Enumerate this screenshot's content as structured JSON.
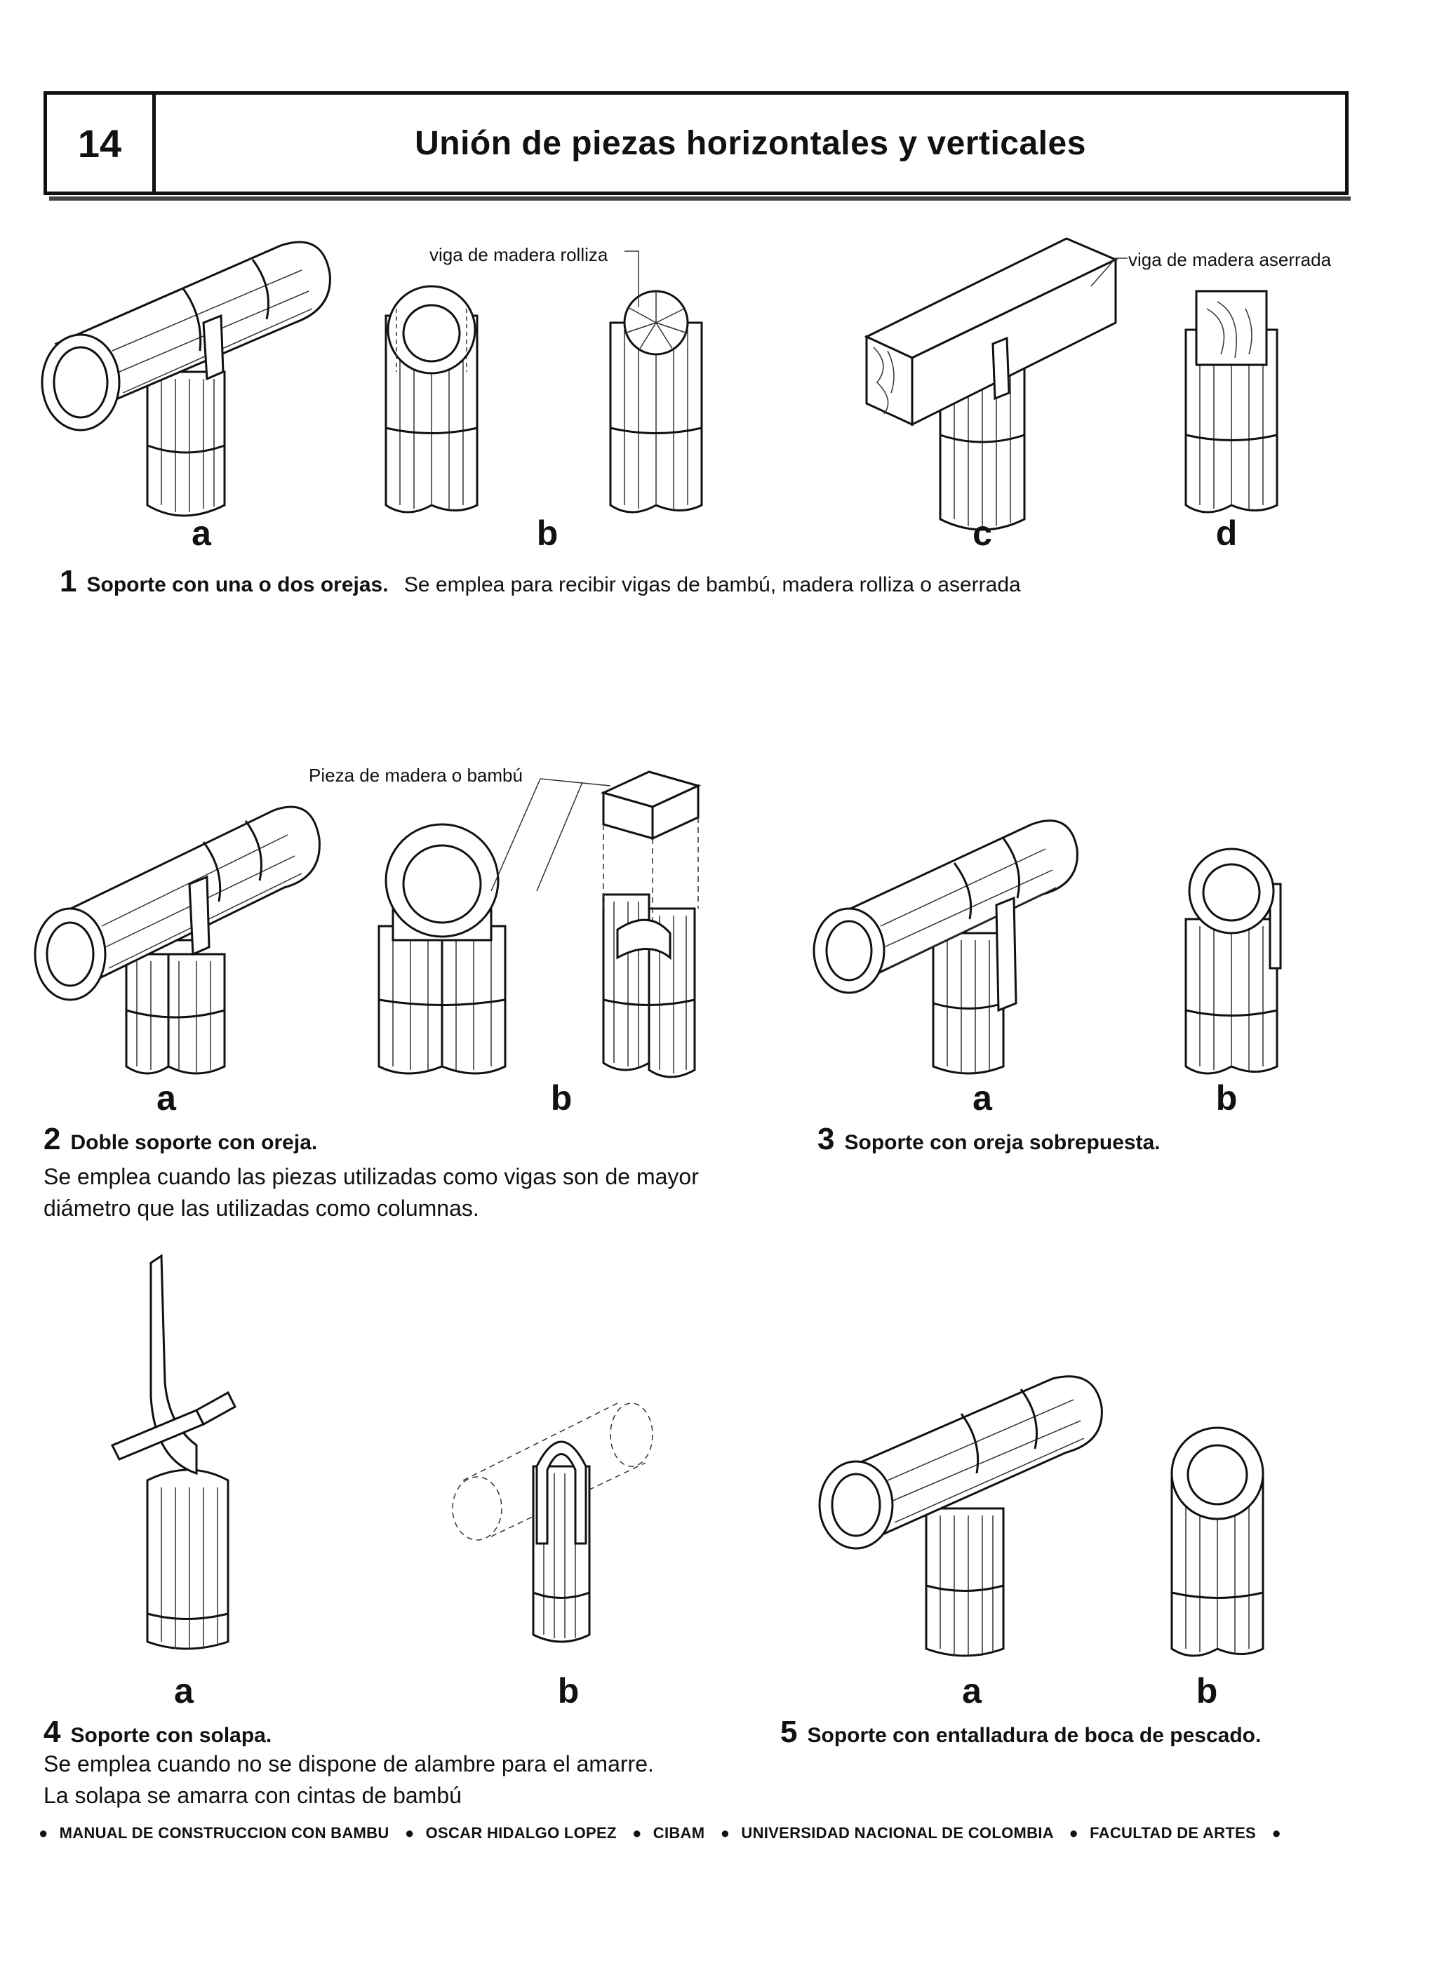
{
  "header": {
    "number": "14",
    "title": "Unión de piezas horizontales y verticales"
  },
  "section1": {
    "number": "1",
    "title_bold": "Soporte con una o dos orejas.",
    "description": "Se emplea para recibir vigas de bambú, madera rolliza o aserrada",
    "letters": [
      "a",
      "b",
      "c",
      "d"
    ],
    "label_round_beam": "viga de madera rolliza",
    "label_sawn_beam": "viga de madera aserrada"
  },
  "section2": {
    "number": "2",
    "title_bold": "Doble soporte con oreja.",
    "description_line1": "Se emplea cuando las piezas utilizadas como vigas son de mayor",
    "description_line2": "diámetro que las utilizadas como columnas.",
    "letters": [
      "a",
      "b"
    ],
    "label_piece": "Pieza de madera o bambú"
  },
  "section3": {
    "number": "3",
    "title_bold": "Soporte con oreja sobrepuesta.",
    "letters": [
      "a",
      "b"
    ]
  },
  "section4": {
    "number": "4",
    "title_bold": "Soporte con solapa.",
    "description_line1": "Se emplea cuando no se dispone de alambre para el amarre.",
    "description_line2": "La solapa se amarra con cintas de bambú",
    "letters": [
      "a",
      "b"
    ]
  },
  "section5": {
    "number": "5",
    "title_bold": "Soporte con entalladura de boca de pescado.",
    "letters": [
      "a",
      "b"
    ]
  },
  "footer": {
    "items": [
      "MANUAL DE CONSTRUCCION CON BAMBU",
      "OSCAR HIDALGO LOPEZ",
      "CIBAM",
      "UNIVERSIDAD NACIONAL DE COLOMBIA",
      "FACULTAD DE ARTES"
    ]
  }
}
